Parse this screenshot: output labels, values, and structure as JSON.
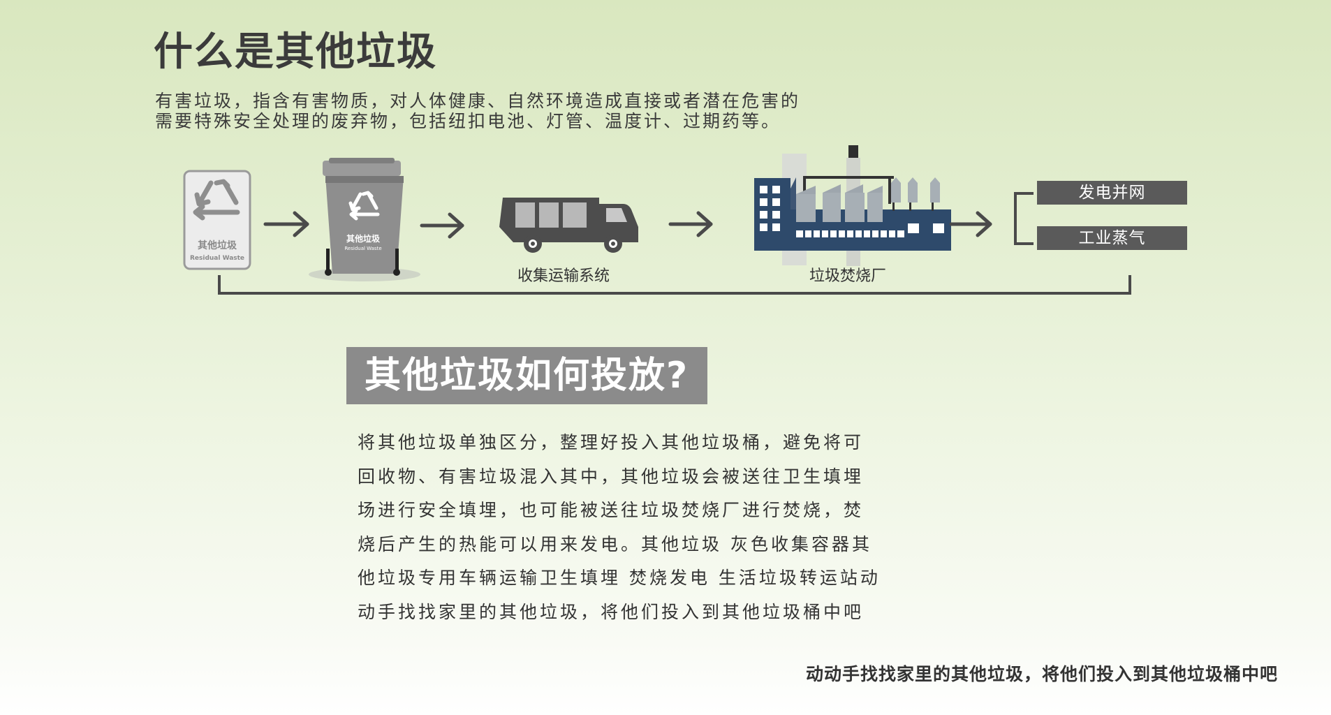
{
  "header": {
    "title": "什么是其他垃圾",
    "intro_lines": [
      "有害垃圾，指含有害物质，对人体健康、自然环境造成直接或者潜在危害的",
      "需要特殊安全处理的废弃物，包括纽扣电池、灯管、温度计、过期药等。"
    ]
  },
  "diagram": {
    "sign": {
      "label_cn": "其他垃圾",
      "label_en": "Residual Waste"
    },
    "bin": {
      "label_cn": "其他垃圾",
      "label_en": "Residual Waste"
    },
    "truck_label": "收集运输系统",
    "plant_label": "垃圾焚烧厂",
    "outputs": [
      "发电并网",
      "工业蒸气"
    ],
    "colors": {
      "bin": "#8e8e8e",
      "truck": "#4d4d4d",
      "plant": "#2e4a6b",
      "arrow": "#4a4a4a"
    }
  },
  "howto": {
    "banner": "其他垃圾如何投放?",
    "lines": [
      "将其他垃圾单独区分，整理好投入其他垃圾桶，避免将可",
      "回收物、有害垃圾混入其中，其他垃圾会被送往卫生填埋",
      "场进行安全填埋，也可能被送往垃圾焚烧厂进行焚烧，焚",
      "烧后产生的热能可以用来发电。其他垃圾 灰色收集容器其",
      "他垃圾专用车辆运输卫生填埋 焚烧发电 生活垃圾转运站动",
      "动手找找家里的其他垃圾，将他们投入到其他垃圾桶中吧"
    ]
  },
  "footer": {
    "note": "动动手找找家里的其他垃圾，将他们投入到其他垃圾桶中吧"
  }
}
